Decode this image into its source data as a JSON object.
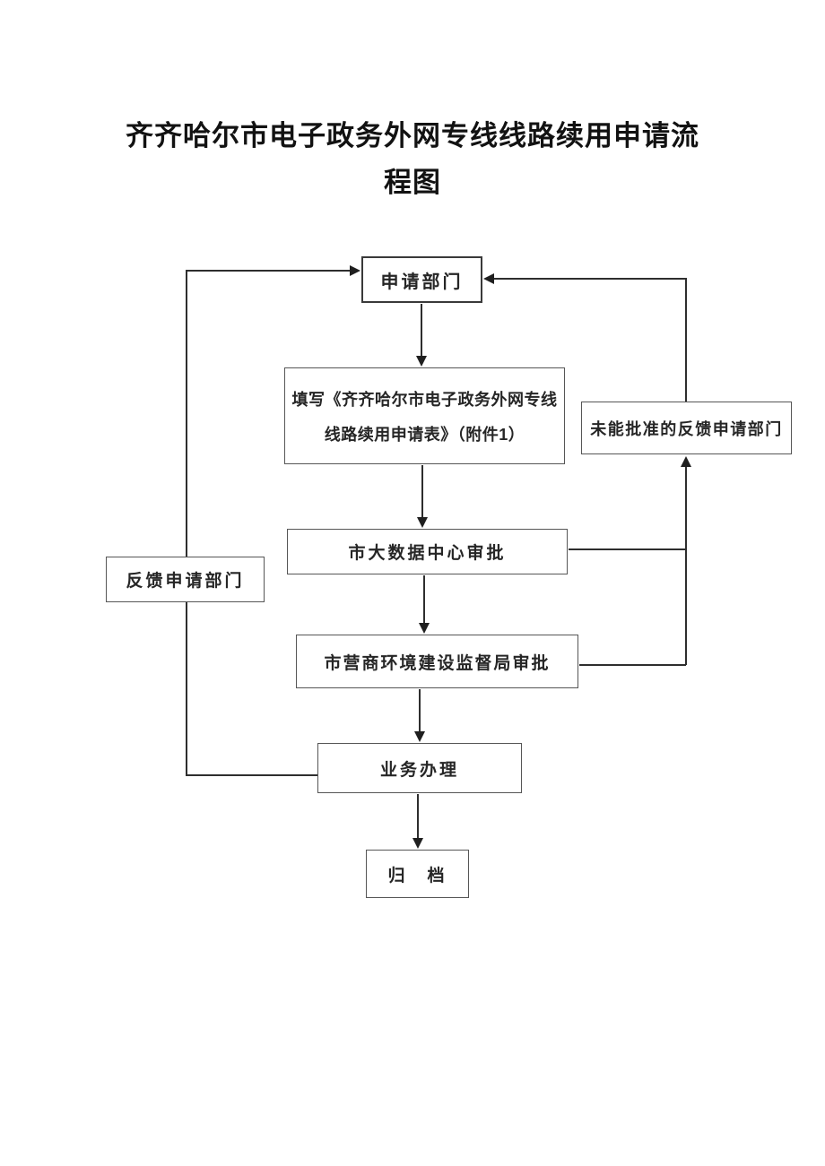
{
  "document": {
    "title_line1": "齐齐哈尔市电子政务外网专线线路续用申请流",
    "title_line2": "程图",
    "full_title": "齐齐哈尔市电子政务外网专线线路续用申请流程图"
  },
  "flowchart": {
    "nodes": {
      "apply_dept": {
        "label": "申请部门"
      },
      "fill_form": {
        "line1": "填写《齐齐哈尔市电子政务外网专线",
        "line2": "线路续用申请表》（附件1）"
      },
      "not_approved": {
        "label": "未能批准的反馈申请部门"
      },
      "big_data": {
        "label": "市大数据中心审批"
      },
      "feedback": {
        "label": "反馈申请部门"
      },
      "biz_env": {
        "label": "市营商环境建设监督局审批"
      },
      "handle": {
        "label": "业务办理"
      },
      "archive": {
        "label": "归　档"
      }
    },
    "edges": [
      {
        "from": "apply_dept",
        "to": "fill_form",
        "style": "arrow-down"
      },
      {
        "from": "fill_form",
        "to": "big_data",
        "style": "arrow-down"
      },
      {
        "from": "big_data",
        "to": "biz_env",
        "style": "arrow-down"
      },
      {
        "from": "biz_env",
        "to": "handle",
        "style": "arrow-down"
      },
      {
        "from": "handle",
        "to": "archive",
        "style": "arrow-down"
      },
      {
        "from": "handle",
        "to": "apply_dept",
        "via": "feedback",
        "style": "left-loop-arrow"
      },
      {
        "from": "big_data",
        "to": "not_approved",
        "style": "line-join"
      },
      {
        "from": "biz_env",
        "to": "not_approved",
        "style": "arrow-up"
      },
      {
        "from": "not_approved",
        "to": "apply_dept",
        "style": "right-loop-arrow"
      }
    ],
    "colors": {
      "page_bg": "#ffffff",
      "line": "#2e2e2e",
      "box_border": "#565656",
      "text": "#262626",
      "title_text": "#121212"
    }
  }
}
